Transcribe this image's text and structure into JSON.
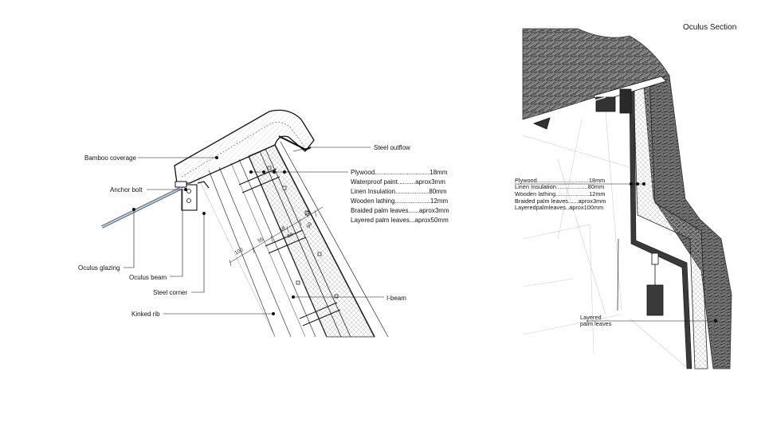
{
  "section_title": "Oculus Section",
  "left_detail": {
    "callouts": {
      "bamboo_coverage": "Bamboo coverage",
      "anchor_bolt": "Anchor bolt",
      "oculus_glazing": "Oculus glazing",
      "oculus_beam": "Oculus beam",
      "steel_corner": "Steel corner",
      "kinked_rib": "Kinked rib",
      "steel_outflow": "Steel outflow",
      "i_beam": "I-beam"
    },
    "materials": [
      "Plywood...............................18mm",
      "Waterproof paint..........aprox3mm",
      "Linen Insulation...................80mm",
      "Wooden lathing....................12mm",
      "Braided palm leaves......aprox3mm",
      "Layered palm leaves...aprox50mm"
    ],
    "dimensions": [
      "100",
      "55",
      "18",
      "80",
      "50",
      "12"
    ]
  },
  "right_detail": {
    "materials": [
      "Plywood...............................18mm",
      "Linen    Insulation...................80mm",
      "Wooden    lathing....................12mm",
      "Braided palm leaves......aprox3mm",
      "Layeredpalmleaves..aprox100mm"
    ],
    "layered_label_line1": "Layered",
    "layered_label_line2": "palm leaves"
  },
  "colors": {
    "line": "#111111",
    "glazing": "#9fb3c8",
    "thatch": "#6a6a6a"
  }
}
